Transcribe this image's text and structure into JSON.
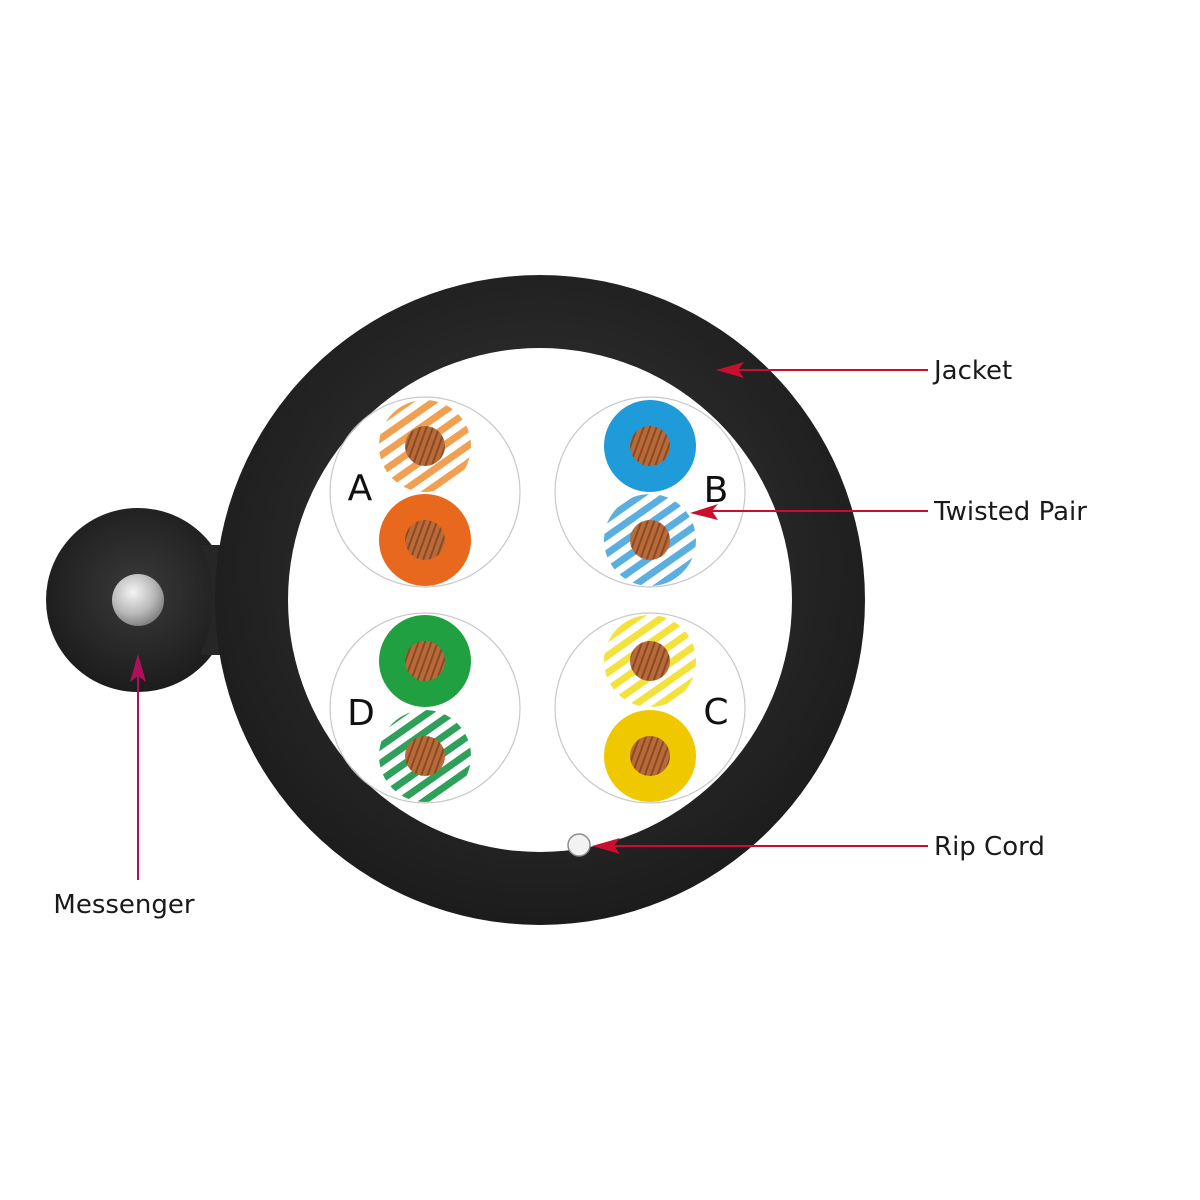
{
  "labels": {
    "jacket": "Jacket",
    "twisted_pair": "Twisted Pair",
    "rip_cord": "Rip Cord",
    "messenger": "Messenger"
  },
  "pairs": {
    "a": {
      "letter": "A",
      "stripe_color": "#f0a050",
      "solid_color": "#e8691e"
    },
    "b": {
      "letter": "B",
      "stripe_color": "#5aaee0",
      "solid_color": "#1e9bd8"
    },
    "c": {
      "letter": "C",
      "stripe_color": "#f2e23a",
      "solid_color": "#f0c800"
    },
    "d": {
      "letter": "D",
      "stripe_color": "#2fa05a",
      "solid_color": "#20a040"
    }
  },
  "colors": {
    "jacket": "#262626",
    "arrow": "#c8102e",
    "messenger_arrow": "#b0105a",
    "copper": "#b86a3a"
  }
}
